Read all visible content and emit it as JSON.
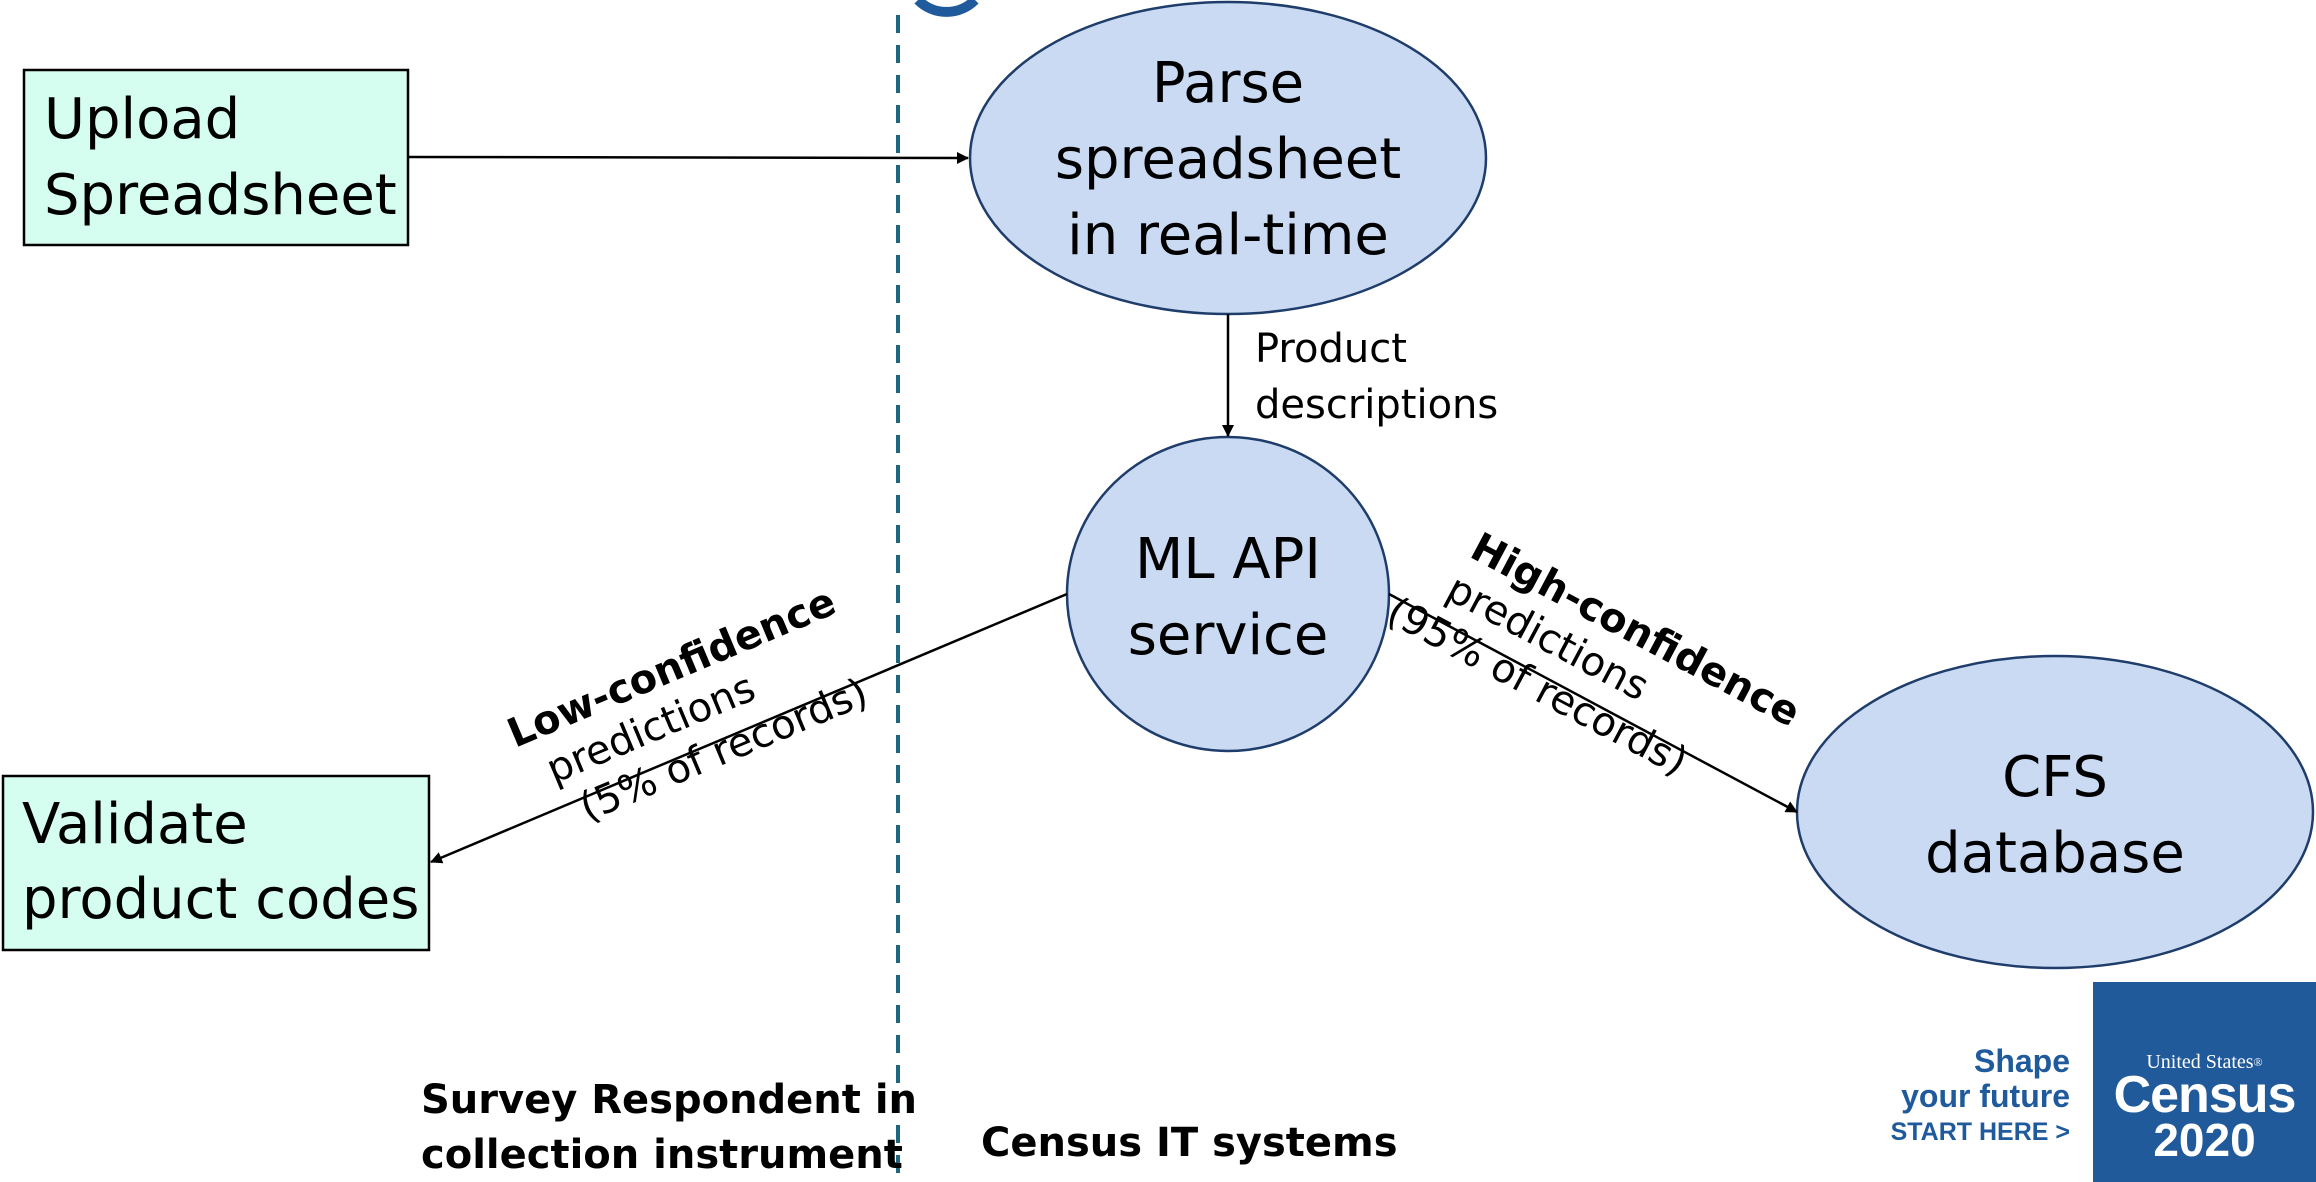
{
  "nodes": {
    "upload": [
      "Upload",
      "Spreadsheet"
    ],
    "validate": [
      "Validate",
      "product codes"
    ],
    "parse": [
      "Parse",
      "spreadsheet",
      "in real-time"
    ],
    "ml": [
      "ML API",
      "service"
    ],
    "cfs": [
      "CFS",
      "database"
    ]
  },
  "edges": {
    "product_desc": [
      "Product",
      "descriptions"
    ],
    "low": {
      "bold": "Low-confidence",
      "line2": "predictions",
      "line3": "(5% of records)"
    },
    "high": {
      "bold": "High-confidence",
      "line2": "predictions",
      "line3": "(95% of records)"
    }
  },
  "regions": {
    "left": [
      "Survey Respondent in",
      "collection instrument"
    ],
    "right": "Census IT systems"
  },
  "promo": {
    "line1": "Shape",
    "line2": "your future",
    "line3": "START HERE >"
  },
  "logo": {
    "top": "United States",
    "mark": "®",
    "word": "Census",
    "year": "2020"
  },
  "colors": {
    "box_fill": "#d5fdf0",
    "ellipse_fill": "#c9daf2",
    "ellipse_stroke": "#1f3d6b",
    "divider": "#1e6580",
    "census_blue": "#215a9a"
  }
}
